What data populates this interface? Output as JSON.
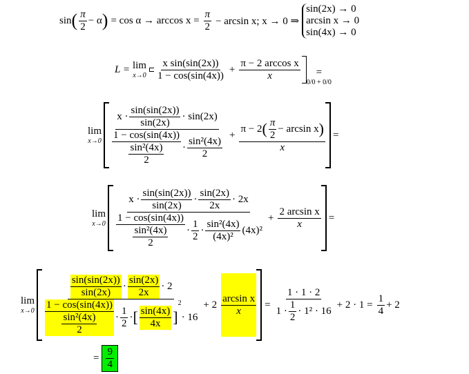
{
  "line1": {
    "sin": "sin",
    "pi": "π",
    "two": "2",
    "minus_alpha": "− α",
    "rhs": "= cos α → arccos x =",
    "pi2": "π",
    "two2": "2",
    "rest": "− arcsin x;  x → 0 ⇒",
    "cases": [
      "sin(2x) → 0",
      "arcsin x → 0",
      "sin(4x) → 0"
    ]
  },
  "line2": {
    "L": "L =",
    "lim": "lim",
    "sub": "x→0",
    "num1": "x sin(sin(2x))",
    "den1": "1 − cos(sin(4x))",
    "plus": "+",
    "num2": "π − 2 arccos x",
    "den2": "x",
    "eq": "=",
    "under": "0/0 + 0/0"
  },
  "block3": {
    "lim": "lim",
    "sub": "x→0",
    "x_dot": "x ·",
    "f1n": "sin(sin(2x))",
    "f1d": "sin(2x)",
    "dot_sin2x": "· sin(2x)",
    "f2n": "1 − cos(sin(4x))",
    "f2dn": "sin²(4x)",
    "f2dd": "2",
    "dot": "·",
    "f3n": "sin²(4x)",
    "f3d": "2",
    "plus": "+",
    "n2": "π − 2",
    "pi": "π",
    "two": "2",
    "minus": "− arcsin x",
    "d2": "x",
    "eq": "="
  },
  "block4": {
    "lim": "lim",
    "sub": "x→0",
    "x_dot": "x ·",
    "f1n": "sin(sin(2x))",
    "f1d": "sin(2x)",
    "f2n": "sin(2x)",
    "f2d": "2x",
    "tail": "· 2x",
    "g1n": "1 − cos(sin(4x))",
    "g1dn": "sin²(4x)",
    "g1dd": "2",
    "half_n": "1",
    "half_d": "2",
    "g3n": "sin²(4x)",
    "g3d": "(4x)²",
    "g4": "(4x)²",
    "dot": "·",
    "plus": "+",
    "n2": "2 arcsin x",
    "d2": "x",
    "eq": "="
  },
  "block5": {
    "lim": "lim",
    "sub": "x→0",
    "f1n": "sin(sin(2x))",
    "f1d": "sin(2x)",
    "f2n": "sin(2x)",
    "f2d": "2x",
    "tail": "· 2",
    "g1n": "1 − cos(sin(4x))",
    "g1dn": "sin²(4x)",
    "g1dd": "2",
    "half_n": "1",
    "half_d": "2",
    "g3n": "sin(4x)",
    "g3d": "4x",
    "sq": "2",
    "x16": "· 16",
    "dot": "·",
    "plus2": "+ 2",
    "an": "arcsin x",
    "ad": "x",
    "eq": "=",
    "rn": "1 · 1 · 2",
    "rd1": "1 ·",
    "rhn": "1",
    "rhd": "2",
    "rd2": "· 1² · 16",
    "r2": "+ 2 · 1 =",
    "qn": "1",
    "qd": "4",
    "r3": "+ 2"
  },
  "final": {
    "eq": "=",
    "n": "9",
    "d": "4"
  },
  "colors": {
    "highlight": "#ffff00",
    "answer": "#00ee00"
  }
}
